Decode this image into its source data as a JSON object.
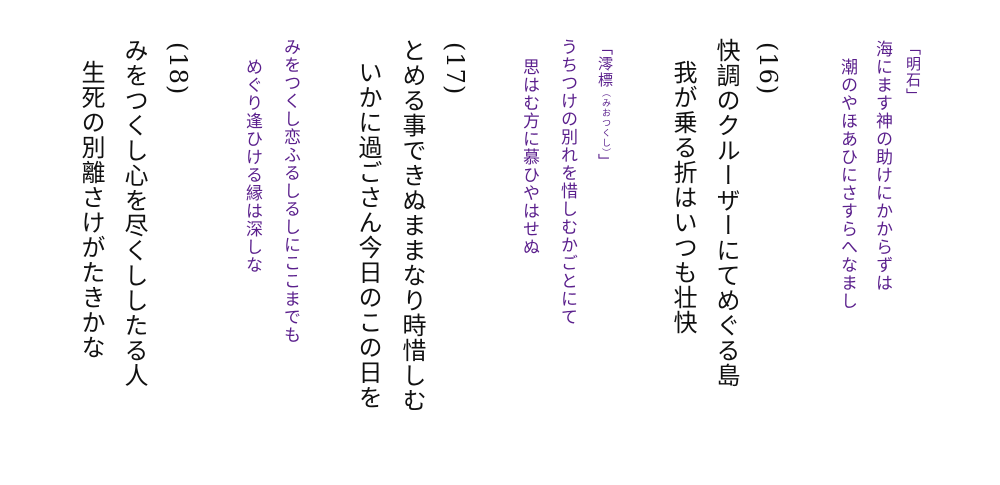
{
  "colors": {
    "poem_text": "#111111",
    "reference_text": "#5a1f8c",
    "background": "#ffffff"
  },
  "references": [
    {
      "title": "「明石」",
      "lines": [
        "海にます神の助けにかからずは",
        "潮のやほあひにさすらへなまし"
      ]
    },
    {
      "title": "「澪標",
      "reading": "（みおつくし）",
      "title_end": "」",
      "lines": [
        "うちつけの別れを惜しむかごとにて",
        "思はむ方に慕ひやはせぬ"
      ]
    },
    {
      "title": "",
      "lines": [
        "みをつくし恋ふるしるしにここまでも",
        "めぐり逢ひける縁は深しな"
      ]
    }
  ],
  "poems": [
    {
      "number": "(16)",
      "lines": [
        "快調のクルーザーにてめぐる島",
        "我が乗る折はいつも壮快"
      ]
    },
    {
      "number": "(17)",
      "lines": [
        "とめる事できぬままなり時惜しむ",
        "いかに過ごさん今日のこの日を"
      ]
    },
    {
      "number": "(18)",
      "lines": [
        "みをつくし心を尽くししたる人",
        "生死の別離さけがたきかな"
      ]
    }
  ]
}
